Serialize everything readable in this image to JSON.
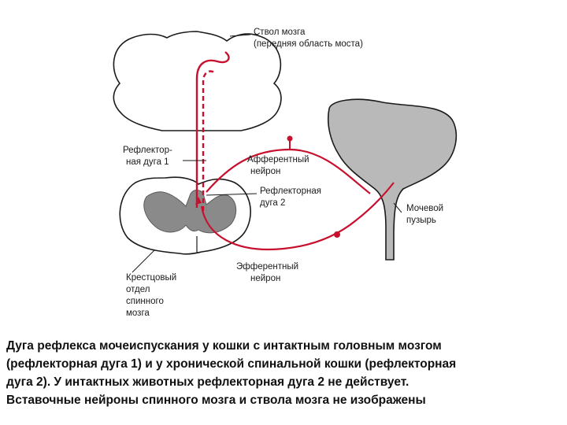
{
  "labels": {
    "brainstem": [
      "Ствол мозга",
      "(передняя область моста)"
    ],
    "reflex_arc_1": [
      "Рефлектор-",
      "ная дуга 1"
    ],
    "afferent": [
      "Афферентный",
      "нейрон"
    ],
    "reflex_arc_2": [
      "Рефлекторная",
      "дуга 2"
    ],
    "bladder": [
      "Мочевой",
      "пузырь"
    ],
    "efferent": [
      "Эфферентный",
      "нейрон"
    ],
    "sacral": [
      "Крестцовый",
      "отдел",
      "спинного",
      "мозга"
    ]
  },
  "caption": [
    "Дуга рефлекса мочеиспускания у кошки с интактным головным мозгом",
    "(рефлекторная дуга 1) и у хронической спинальной кошки (рефлекторная",
    "дуга 2). У интактных животных рефлекторная дуга 2 не действует.",
    "Вставочные нейроны спинного мозга и ствола мозга не изображены"
  ],
  "colors": {
    "neuron": "#c8102e",
    "outline": "#1a1a1a",
    "organ_fill": "#b9b9b9",
    "grey_matter": "#8a8a8a"
  }
}
